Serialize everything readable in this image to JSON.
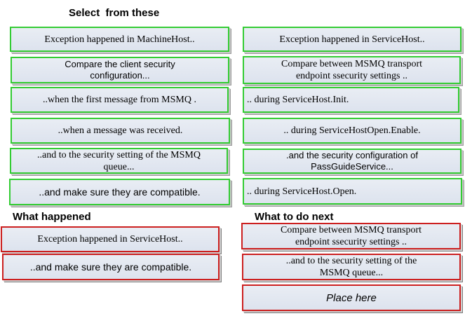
{
  "headers": {
    "select": "Select  from these",
    "happened": "What happened",
    "next": "What to do next"
  },
  "options": {
    "left": [
      "Exception happened in MachineHost..",
      "Compare the client security configuration...",
      "..when the first message from MSMQ .",
      "..when a message was received.",
      "..and to the security setting of the MSMQ queue...",
      "..and make sure they are compatible."
    ],
    "right": [
      "Exception happened in ServiceHost..",
      "Compare between MSMQ transport endpoint ssecurity settings ..",
      ".. during ServiceHost.Init.",
      ".. during ServiceHostOpen.Enable.",
      ".and the security configuration of PassGuideService...",
      ".. during ServiceHost.Open."
    ]
  },
  "what_happened": [
    "Exception happened in ServiceHost..",
    "..and make sure they are compatible."
  ],
  "what_next": [
    "Compare between MSMQ transport endpoint ssecurity settings ..",
    "..and to the security setting of the MSMQ queue...",
    "Place here"
  ],
  "colors": {
    "option_border": "#33cc33",
    "answer_border": "#cc1f1f",
    "box_fill": "#e3e8f1"
  }
}
